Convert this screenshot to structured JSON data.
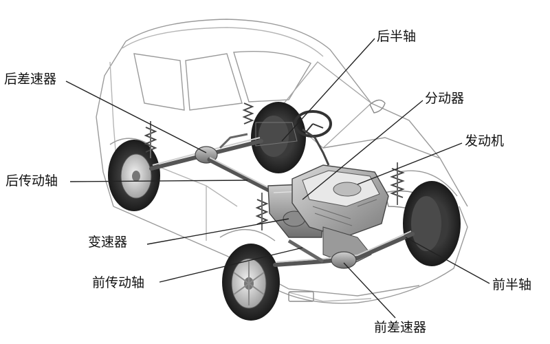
{
  "diagram": {
    "labels": {
      "rear_half_shaft": "后半轴",
      "rear_differential": "后差速器",
      "transfer_case": "分动器",
      "engine": "发动机",
      "rear_drive_shaft": "后传动轴",
      "transmission": "变速器",
      "front_drive_shaft": "前传动轴",
      "front_half_shaft": "前半轴",
      "front_differential": "前差速器"
    },
    "colors": {
      "outline": "#555555",
      "body_line": "#9a9a9a",
      "tire": "#2b2b2b",
      "leader": "#222222",
      "text": "#111111"
    }
  }
}
